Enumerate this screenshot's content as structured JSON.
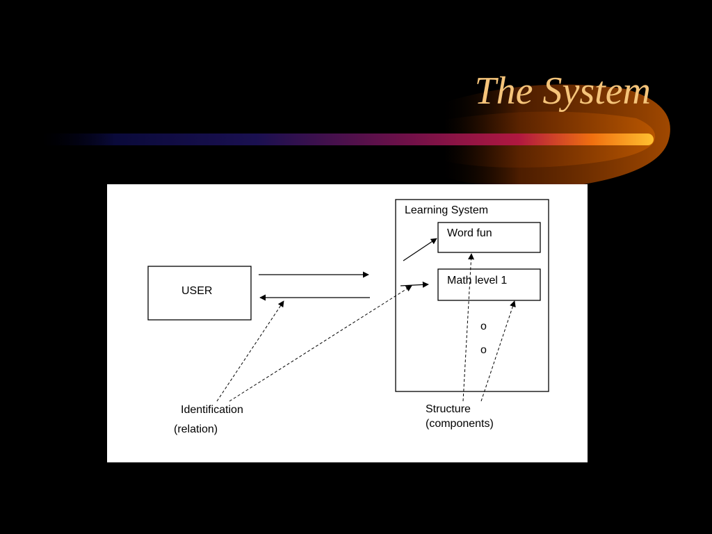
{
  "slide": {
    "title": "The System",
    "colors": {
      "background": "#000000",
      "title": "#f5c47a",
      "bar_start": "#0a0a3a",
      "bar_mid": "#a0104a",
      "bar_end": "#ffb020",
      "swoosh": "#8a3a00"
    }
  },
  "diagram": {
    "user_label": "USER",
    "learning_system_label": "Learning System",
    "components": [
      "Word fun",
      "Math level 1"
    ],
    "more_marker": "o",
    "annotations": {
      "identification": "Identification",
      "relation": "(relation)",
      "structure": "Structure",
      "components": "(components)"
    }
  }
}
